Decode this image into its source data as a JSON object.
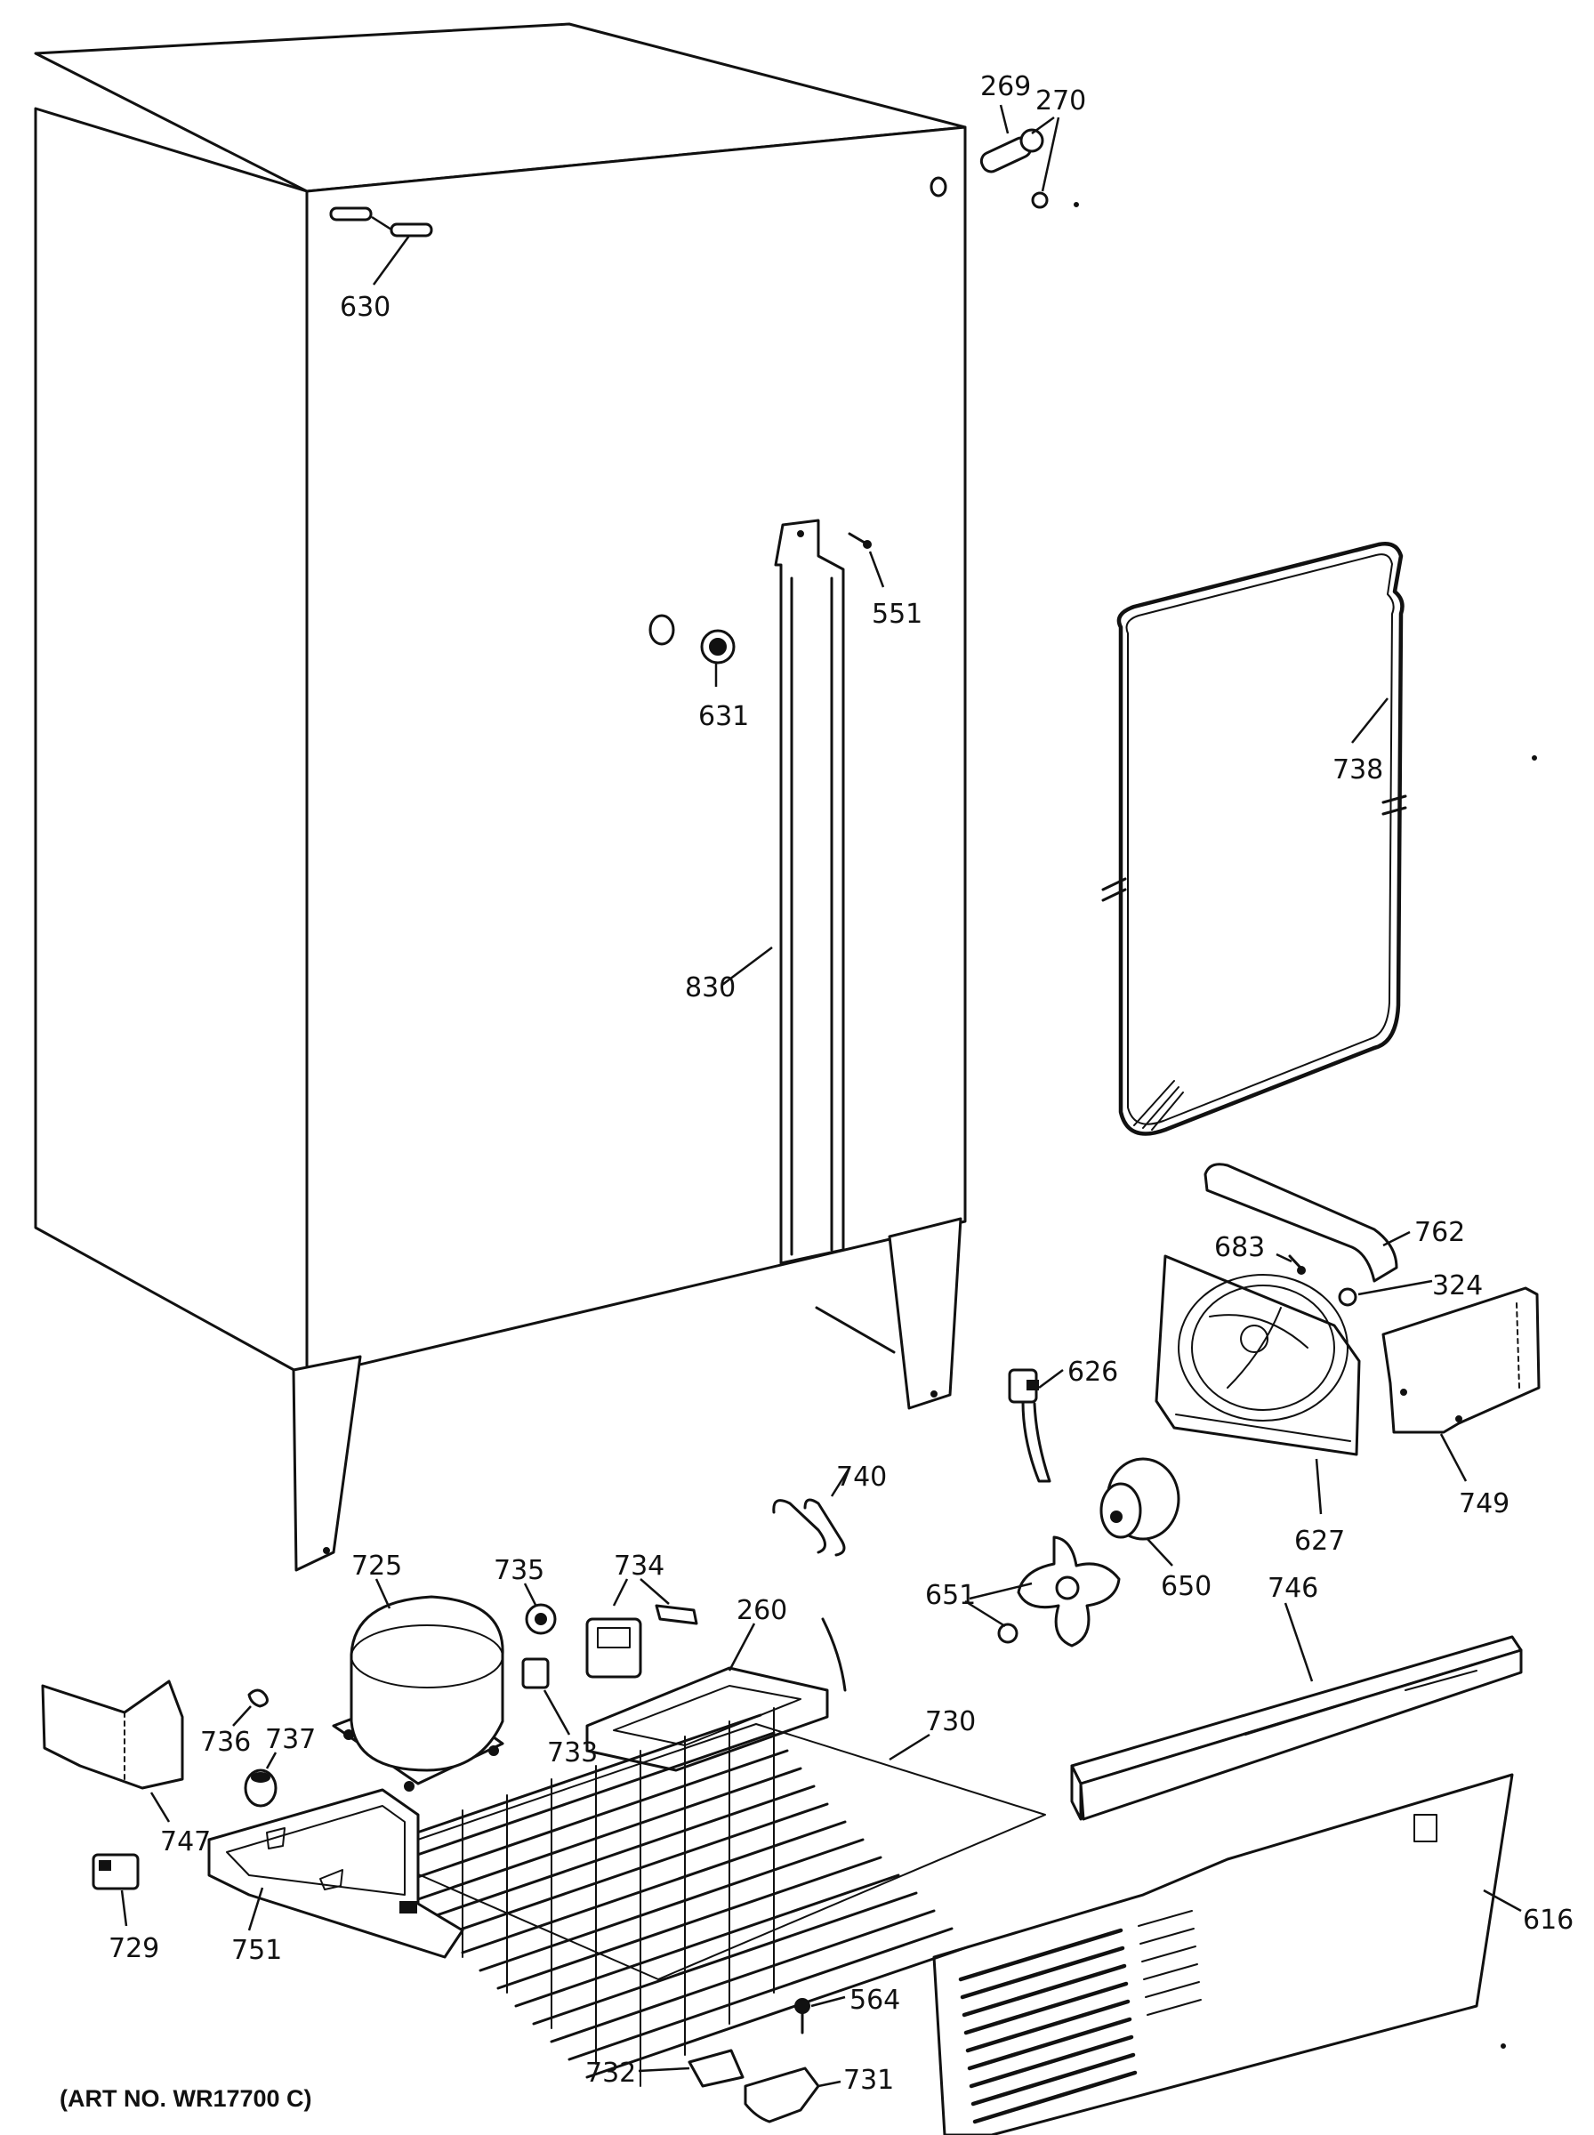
{
  "art_number": "(ART NO. WR17700 C)",
  "parts": {
    "p269": "269",
    "p270": "270",
    "p630": "630",
    "p551": "551",
    "p631": "631",
    "p738": "738",
    "p830": "830",
    "p762": "762",
    "p683": "683",
    "p324": "324",
    "p626": "626",
    "p627": "627",
    "p749": "749",
    "p740": "740",
    "p650": "650",
    "p651": "651",
    "p725": "725",
    "p735": "735",
    "p734": "734",
    "p260": "260",
    "p746": "746",
    "p736": "736",
    "p737": "737",
    "p733": "733",
    "p730": "730",
    "p747": "747",
    "p729": "729",
    "p751": "751",
    "p616": "616",
    "p564": "564",
    "p732": "732",
    "p731": "731"
  }
}
